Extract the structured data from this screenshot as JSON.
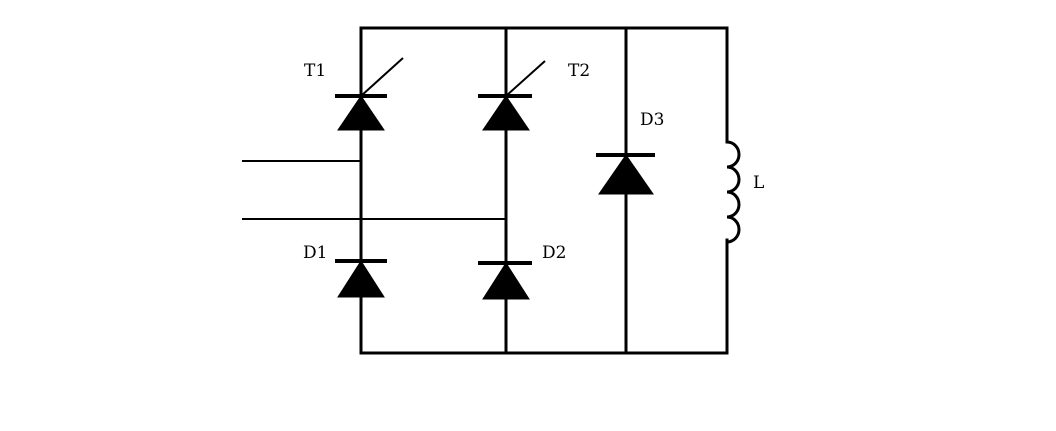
{
  "components": {
    "T1": "T1",
    "T2": "T2",
    "D1": "D1",
    "D2": "D2",
    "D3": "D3",
    "L": "L"
  },
  "colors": {
    "line": "#000000",
    "background": "#ffffff"
  }
}
